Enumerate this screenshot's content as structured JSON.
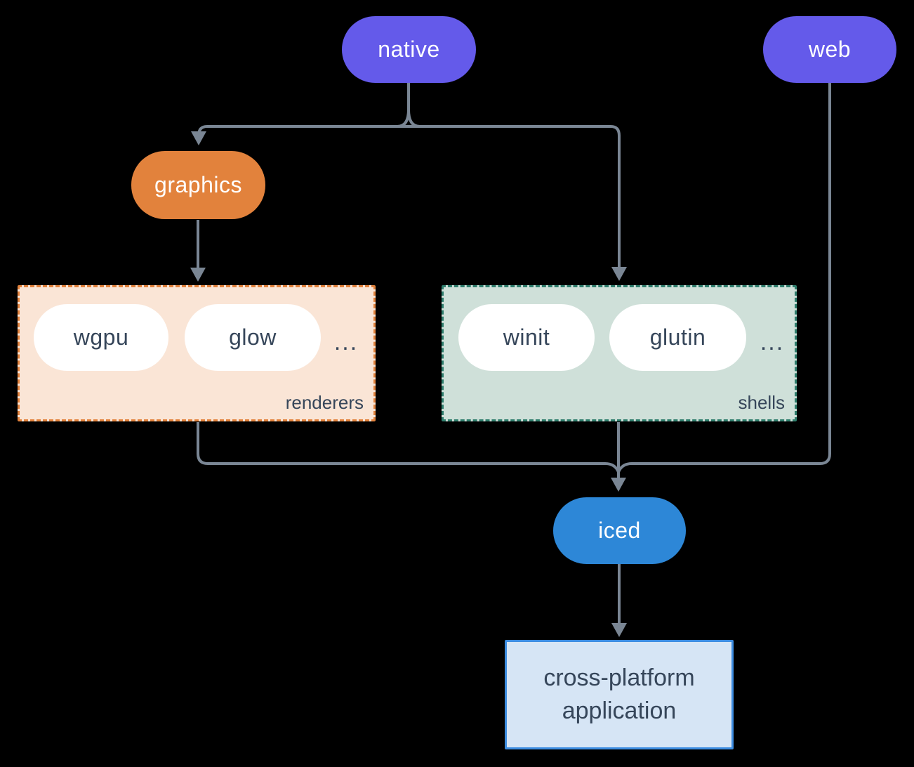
{
  "diagram": {
    "nodes": {
      "native": {
        "label": "native"
      },
      "web": {
        "label": "web"
      },
      "graphics": {
        "label": "graphics"
      },
      "iced": {
        "label": "iced"
      },
      "application": {
        "line1": "cross-platform",
        "line2": "application"
      }
    },
    "groups": {
      "renderers": {
        "label": "renderers",
        "items": [
          "wgpu",
          "glow"
        ],
        "ellipsis": "..."
      },
      "shells": {
        "label": "shells",
        "items": [
          "winit",
          "glutin"
        ],
        "ellipsis": "..."
      }
    },
    "colors": {
      "platform": "#645AEA",
      "graphics": "#E2823C",
      "iced": "#2D87D7",
      "renderers_bg": "#FAE5D6",
      "renderers_border": "#E2823C",
      "shells_bg": "#CFE0D9",
      "shells_border": "#2F7E6D",
      "application_bg": "#D6E5F5",
      "application_border": "#3C8CE0",
      "edge": "#7A8694",
      "text_dark": "#36465A",
      "text_light": "#FFFFFF"
    }
  }
}
